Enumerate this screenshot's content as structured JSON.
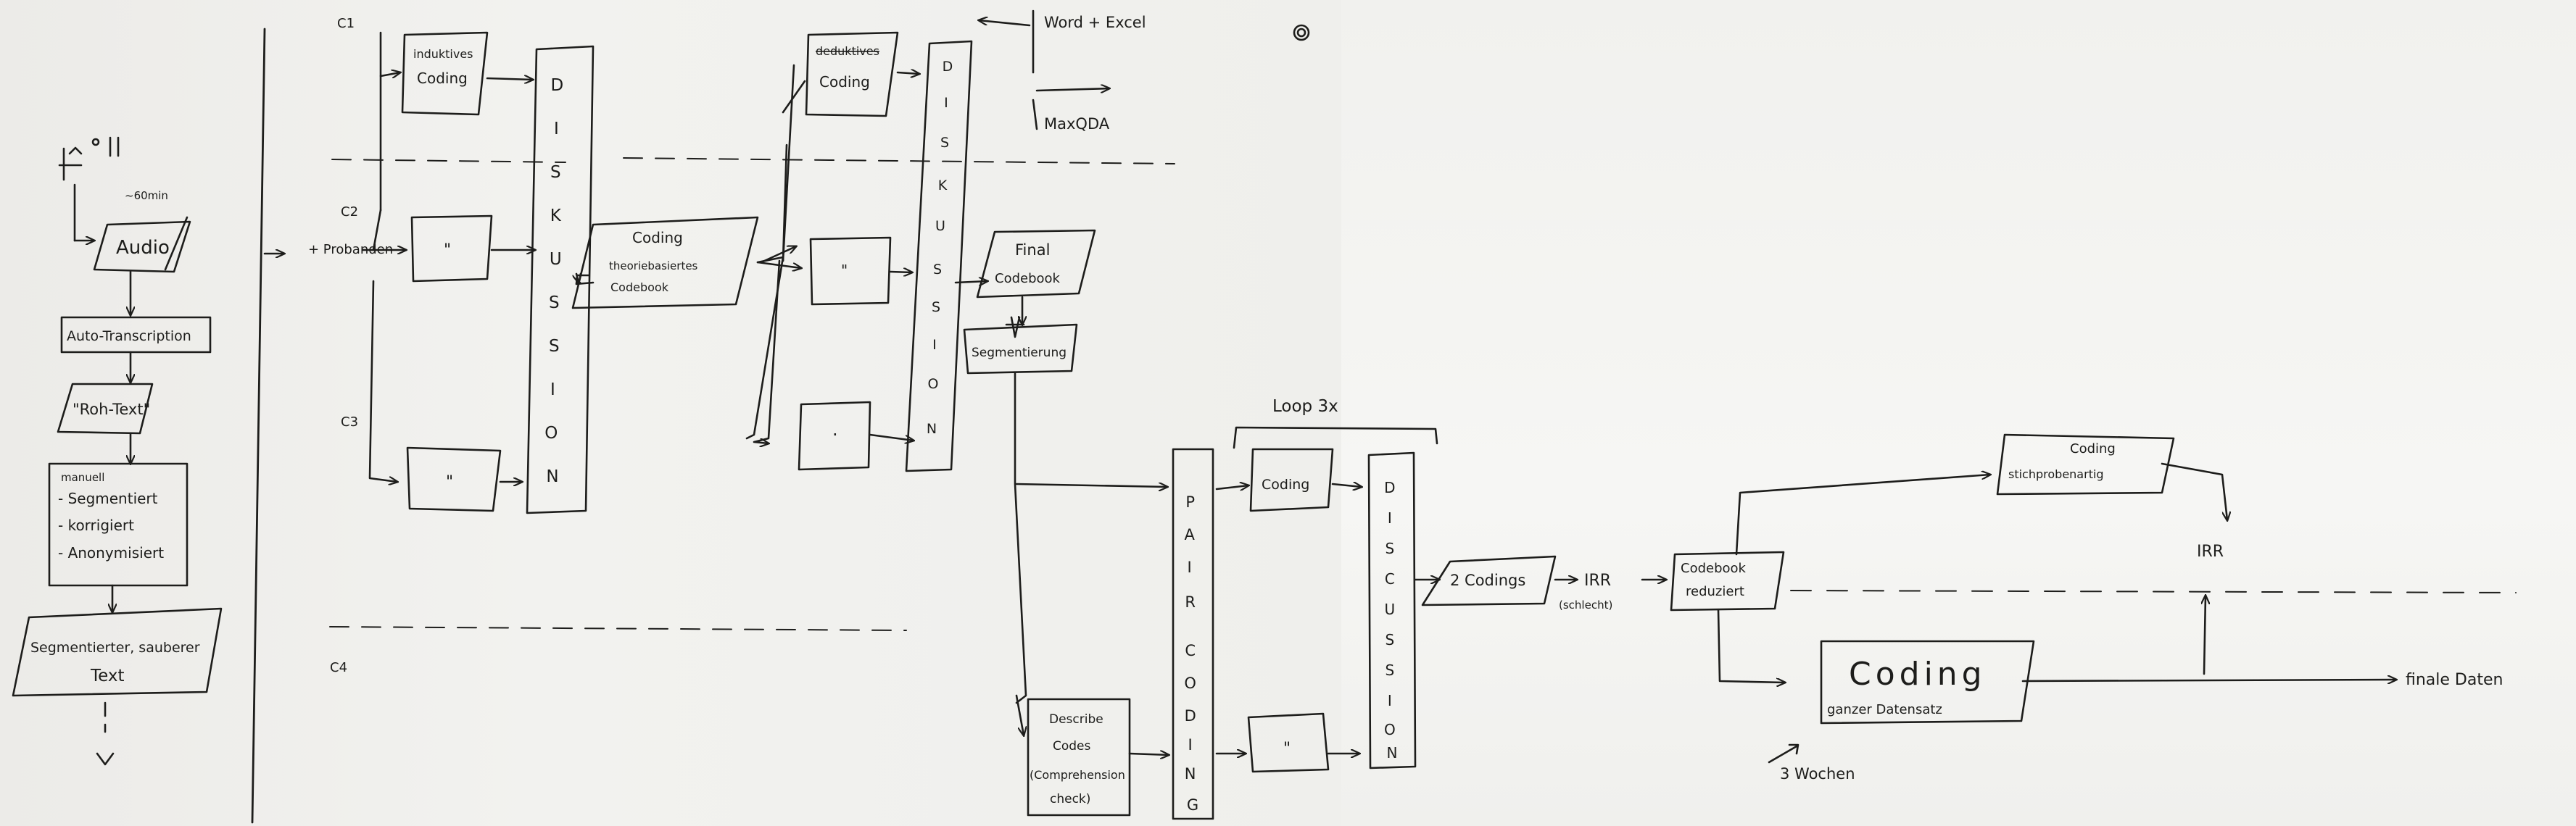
{
  "left_column": {
    "duration": "~60min",
    "audio": "Audio",
    "auto_transcription": "Auto-Transcription",
    "raw_text": "\"Roh-Text\"",
    "manual": "manuell",
    "manual_steps": [
      "- Segmentiert",
      "- korrigiert",
      "- Anonymisiert"
    ],
    "segmented_text_1": "Segmentierter, sauberer",
    "segmented_text_2": "Text"
  },
  "stage1": {
    "c1": "C1",
    "c2": "C2",
    "c3": "C3",
    "c4": "C4",
    "probands": "+ Probanden",
    "inductive_1": "induktives",
    "inductive_2": "Coding",
    "ditto": "\"",
    "discussion_letters": [
      "D",
      "I",
      "S",
      "K",
      "U",
      "S",
      "S",
      "I",
      "O",
      "N"
    ]
  },
  "stage2": {
    "coding_1": "Coding",
    "coding_2": "theoriebasiertes",
    "coding_3": "Codebook",
    "deductive_1": "deduktives",
    "deductive_2": "Coding",
    "ditto_small": "\"",
    "dot": "·",
    "tools": {
      "top": "Word + Excel",
      "bottom": "MaxQDA"
    }
  },
  "stage3": {
    "final_1": "Final",
    "final_2": "Codebook",
    "segmentation": "Segmentierung",
    "describe_lines": [
      "Describe",
      "Codes",
      "(Comprehension",
      "check)"
    ],
    "pair_coding_letters": [
      "P",
      "A",
      "I",
      "R",
      "",
      "C",
      "O",
      "D",
      "I",
      "N",
      "G"
    ],
    "loop": "Loop 3x",
    "coding_label": "Coding",
    "ditto": "\"",
    "discussion_letters": [
      "D",
      "I",
      "S",
      "C",
      "U",
      "S",
      "S",
      "I",
      "O",
      "N"
    ]
  },
  "stage4": {
    "two_codings": "2 Codings",
    "irr": "IRR",
    "irr_note": "(schlecht)",
    "codebook_1": "Codebook",
    "codebook_2": "reduziert",
    "sample_1": "Coding",
    "sample_2": "stichprobenartig",
    "irr2": "IRR",
    "main_coding": "Coding",
    "main_coding_sub": "ganzer Datensatz",
    "duration": "3 Wochen",
    "final": "finale Daten"
  }
}
